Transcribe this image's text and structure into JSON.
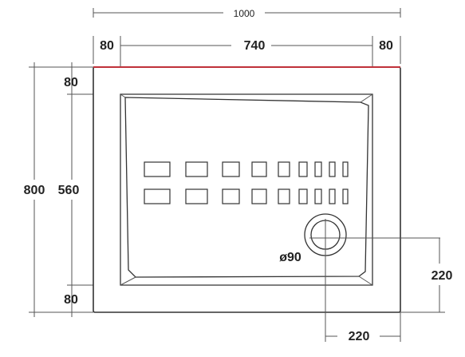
{
  "dimensions": {
    "overall_width": "1000",
    "rim_left": "80",
    "inner_width": "740",
    "rim_right": "80",
    "overall_depth": "800",
    "rim_top": "80",
    "inner_depth": "560",
    "rim_bottom": "80",
    "drain_diameter": "ø90",
    "drain_offset_vertical": "220",
    "drain_offset_horizontal": "220"
  },
  "colors": {
    "highlight_edge": "#c0313a",
    "lines": "#333333"
  }
}
